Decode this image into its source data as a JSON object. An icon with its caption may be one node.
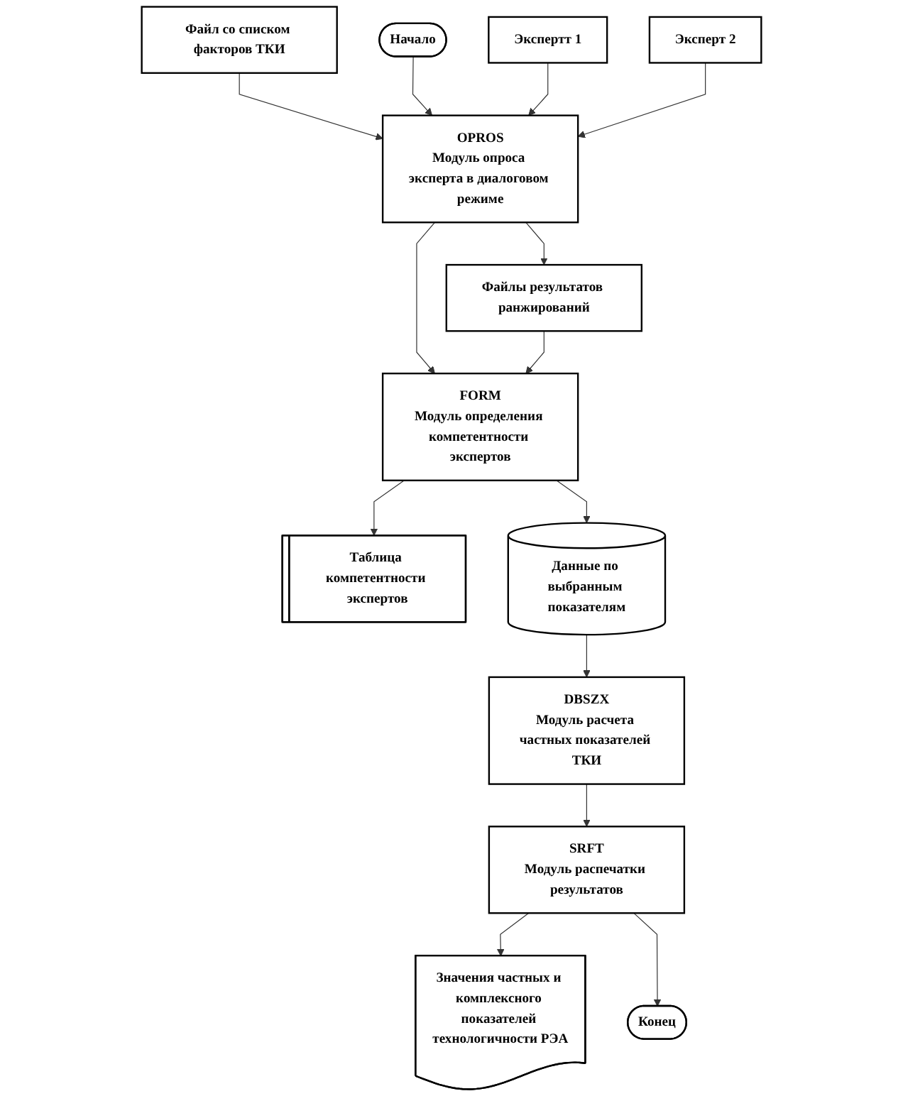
{
  "diagram": {
    "nodes": [
      {
        "text": [
          "Файл со списком факторов ТКИ"
        ]
      },
      {
        "text": [
          "Начало"
        ]
      },
      {
        "text": [
          "OPROS",
          "Модуль опроса эксперта в диалоговом режиме"
        ]
      },
      {
        "text": [
          "Файлы результатов ранжирований"
        ]
      },
      {
        "text": [
          "Экспертт 1"
        ]
      },
      {
        "text": [
          "Эксперт 2"
        ]
      },
      {
        "text": [
          "FORM",
          "Модуль определения компетентности экспертов"
        ]
      },
      {
        "text": [
          "Таблица компетентности экспертов"
        ]
      },
      {
        "text": [
          "Данные по выбранным показателям"
        ]
      },
      {
        "text": [
          "DBSZX",
          "Модуль расчета частных показателей ТКИ"
        ]
      },
      {
        "text": [
          "SRFT",
          "Модуль распечатки результатов"
        ]
      },
      {
        "text": [
          "Значения частных и комплексного показателей технологичности РЭА"
        ]
      },
      {
        "text": [
          "Конец"
        ]
      }
    ],
    "edges": [
      {
        "from": 0,
        "to": 2,
        "arrow": "to"
      },
      {
        "from": 1,
        "to": 2,
        "arrow": "to"
      },
      {
        "from": 4,
        "to": 2,
        "arrow": "to"
      },
      {
        "from": 5,
        "to": 2,
        "arrow": "to"
      },
      {
        "from": 2,
        "to": 3,
        "arrow": "to"
      },
      {
        "from": 2,
        "to": 6,
        "arrow": "to"
      },
      {
        "from": 3,
        "to": 6,
        "arrow": "to"
      },
      {
        "from": 6,
        "to": 7,
        "arrow": "to"
      },
      {
        "from": 6,
        "to": 8,
        "arrow": "to"
      },
      {
        "from": 8,
        "to": 9,
        "arrow": "to"
      },
      {
        "from": 9,
        "to": 10,
        "arrow": "to"
      },
      {
        "from": 10,
        "to": 11,
        "arrow": "to"
      },
      {
        "from": 10,
        "to": 12,
        "arrow": "to"
      }
    ]
  }
}
